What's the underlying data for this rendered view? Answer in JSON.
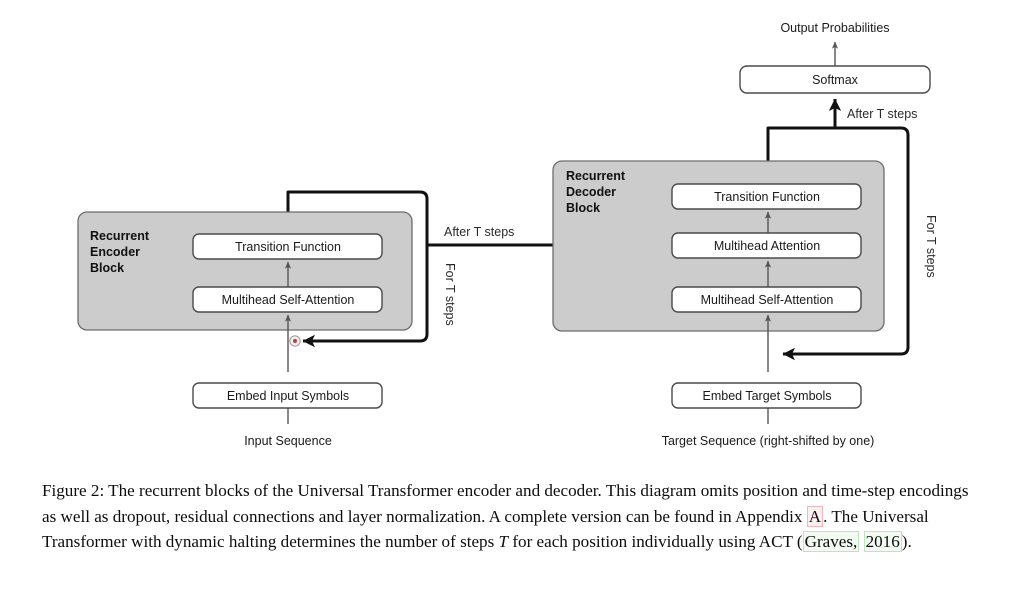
{
  "figure": {
    "top_label": "Output Probabilities",
    "softmax_label": "Softmax",
    "after_t_steps_decoder": "After T steps",
    "after_t_steps_encoder": "After T steps",
    "for_t_steps_encoder": "For T steps",
    "for_t_steps_decoder": "For T steps",
    "encoder": {
      "heading_line1": "Recurrent",
      "heading_line2": "Encoder",
      "heading_line3": "Block",
      "boxes": [
        {
          "label": "Transition Function"
        },
        {
          "label": "Multihead Self-Attention"
        }
      ],
      "embed_label": "Embed Input Symbols",
      "input_label": "Input Sequence"
    },
    "decoder": {
      "heading_line1": "Recurrent",
      "heading_line2": "Decoder",
      "heading_line3": "Block",
      "boxes": [
        {
          "label": "Transition Function"
        },
        {
          "label": "Multihead Attention"
        },
        {
          "label": "Multihead Self-Attention"
        }
      ],
      "embed_label": "Embed Target Symbols",
      "input_label": "Target Sequence (right-shifted by one)"
    },
    "colors": {
      "block_fill": "#cccccc",
      "block_stroke": "#6d6d6d",
      "box_fill": "#ffffff",
      "box_stroke": "#4a4a4a",
      "thin_arrow": "#555555",
      "thick_arrow": "#111111",
      "cursor_marker": "#b04a4a"
    }
  },
  "caption": {
    "prefix": "Figure 2:",
    "part1": " The recurrent blocks of the Universal Transformer encoder and decoder. This diagram omits position and time-step encodings as well as dropout, residual connections and layer normalization. A complete version can be found in Appendix ",
    "appendix_link": "A",
    "part2": ". The Universal Transformer with dynamic halting determines the number of steps ",
    "steps_var": "T",
    "part3": " for each position individually using ACT (",
    "citation_author": "Graves,",
    "citation_year": "2016",
    "part4": ")."
  }
}
